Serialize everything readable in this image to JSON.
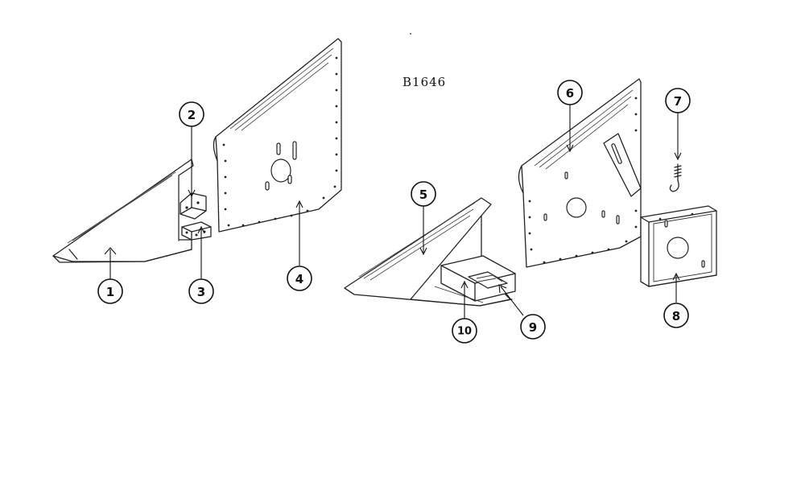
{
  "drawing": {
    "code": "B1646"
  },
  "callouts": [
    {
      "id": "1",
      "label": "1"
    },
    {
      "id": "2",
      "label": "2"
    },
    {
      "id": "3",
      "label": "3"
    },
    {
      "id": "4",
      "label": "4"
    },
    {
      "id": "5",
      "label": "5"
    },
    {
      "id": "6",
      "label": "6"
    },
    {
      "id": "7",
      "label": "7"
    },
    {
      "id": "8",
      "label": "8"
    },
    {
      "id": "9",
      "label": "9"
    },
    {
      "id": "10",
      "label": "10"
    }
  ]
}
